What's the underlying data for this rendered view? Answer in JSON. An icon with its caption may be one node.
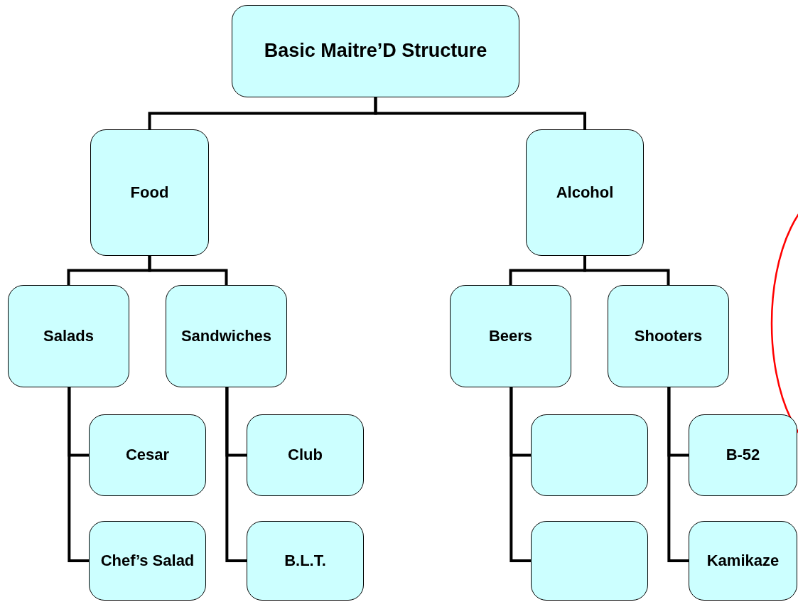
{
  "diagram": {
    "nodes": [
      {
        "text": [
          "Basic Maitre’D  Structure"
        ]
      },
      {
        "text": [
          "Food"
        ]
      },
      {
        "text": [
          "Alcohol"
        ]
      },
      {
        "text": [
          "Salads"
        ]
      },
      {
        "text": [
          "Sandwiches"
        ]
      },
      {
        "text": [
          "Cesar"
        ]
      },
      {
        "text": [
          "Chef’s Salad"
        ]
      },
      {
        "text": [
          "Club"
        ]
      },
      {
        "text": [
          "B.L.T."
        ]
      },
      {
        "text": [
          "Beers"
        ]
      },
      {
        "text": [
          "Shooters"
        ]
      },
      {
        "text": [],
        "shape": "box"
      },
      {
        "text": [],
        "shape": "box"
      },
      {
        "text": [
          "B-52"
        ]
      },
      {
        "text": [
          "Kamikaze"
        ]
      }
    ],
    "edges": [
      {
        "from": 0,
        "to": 1,
        "arrow": "none"
      },
      {
        "from": 0,
        "to": 2,
        "arrow": "none"
      },
      {
        "from": 1,
        "to": 3,
        "arrow": "none"
      },
      {
        "from": 1,
        "to": 4,
        "arrow": "none"
      },
      {
        "from": 2,
        "to": 9,
        "arrow": "none"
      },
      {
        "from": 2,
        "to": 10,
        "arrow": "none"
      },
      {
        "from": 3,
        "to": 5,
        "arrow": "none"
      },
      {
        "from": 3,
        "to": 6,
        "arrow": "none"
      },
      {
        "from": 4,
        "to": 7,
        "arrow": "none"
      },
      {
        "from": 4,
        "to": 8,
        "arrow": "none"
      },
      {
        "from": 9,
        "to": 11,
        "arrow": "none"
      },
      {
        "from": 9,
        "to": 12,
        "arrow": "none"
      },
      {
        "from": 10,
        "to": 13,
        "arrow": "none"
      },
      {
        "from": 10,
        "to": 14,
        "arrow": "none"
      }
    ]
  }
}
